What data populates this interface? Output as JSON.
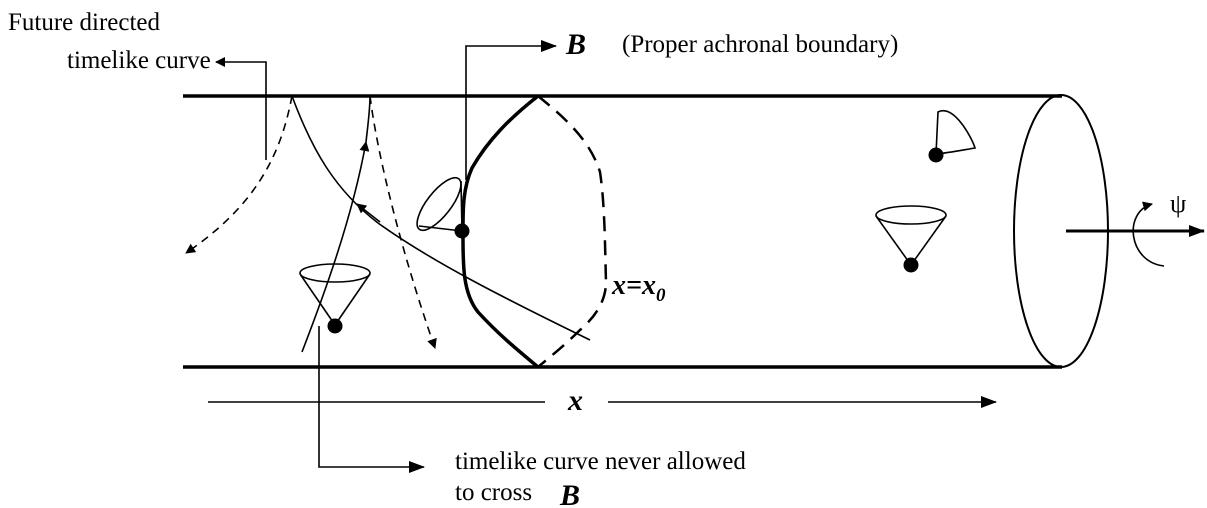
{
  "labels": {
    "future_line1": "Future directed",
    "future_line2": "timelike curve",
    "b_symbol": "B",
    "b_description": "(Proper achronal boundary)",
    "x_axis": "x",
    "x_eq": "x=x",
    "x_sub": "0",
    "psi": "ψ",
    "never_line1": "timelike curve never allowed",
    "never_line2": "to cross",
    "never_b": "B"
  },
  "colors": {
    "ink": "#000000",
    "background": "#ffffff"
  }
}
